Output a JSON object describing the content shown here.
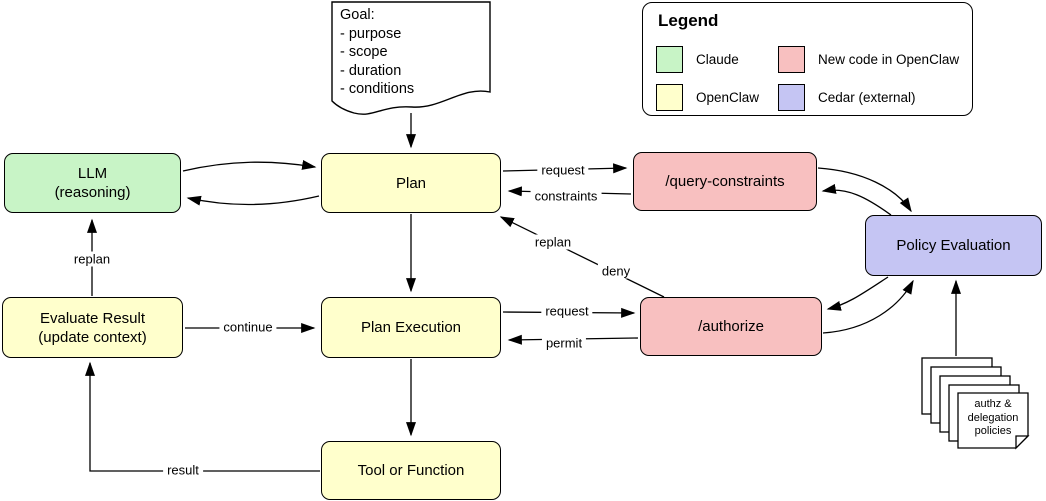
{
  "diagram": {
    "goal_note": {
      "title": "Goal:",
      "items": [
        "- purpose",
        "- scope",
        "- duration",
        "- conditions"
      ]
    },
    "nodes": {
      "llm": {
        "line1": "LLM",
        "line2": "(reasoning)",
        "color": "#c8f4c6"
      },
      "plan": {
        "label": "Plan",
        "color": "#ffffcc"
      },
      "query_constraints": {
        "label": "/query-constraints",
        "color": "#f8c0c0"
      },
      "policy_evaluation": {
        "label": "Policy Evaluation",
        "color": "#c5c5f3"
      },
      "evaluate_result": {
        "line1": "Evaluate Result",
        "line2": "(update context)",
        "color": "#ffffcc"
      },
      "plan_execution": {
        "label": "Plan Execution",
        "color": "#ffffcc"
      },
      "authorize": {
        "label": "/authorize",
        "color": "#f8c0c0"
      },
      "tool_or_function": {
        "label": "Tool or Function",
        "color": "#ffffcc"
      }
    },
    "edge_labels": {
      "request_top": "request",
      "constraints": "constraints",
      "replan_diag": "replan",
      "deny": "deny",
      "request_bottom": "request",
      "permit": "permit",
      "continue": "continue",
      "replan_left": "replan",
      "result": "result"
    },
    "policies_note": {
      "line1": "authz &",
      "line2": "delegation",
      "line3": "policies"
    }
  },
  "legend": {
    "title": "Legend",
    "items": [
      {
        "label": "Claude",
        "color": "#c8f4c6"
      },
      {
        "label": "OpenClaw",
        "color": "#ffffcc"
      },
      {
        "label": "New code in OpenClaw",
        "color": "#f8c0c0"
      },
      {
        "label": "Cedar (external)",
        "color": "#c5c5f3"
      }
    ]
  },
  "colors": {
    "claude_green": "#c8f4c6",
    "openclaw_yellow": "#ffffcc",
    "new_code_pink": "#f8c0c0",
    "cedar_purple": "#c5c5f3",
    "stroke": "#000000",
    "background": "#ffffff"
  }
}
